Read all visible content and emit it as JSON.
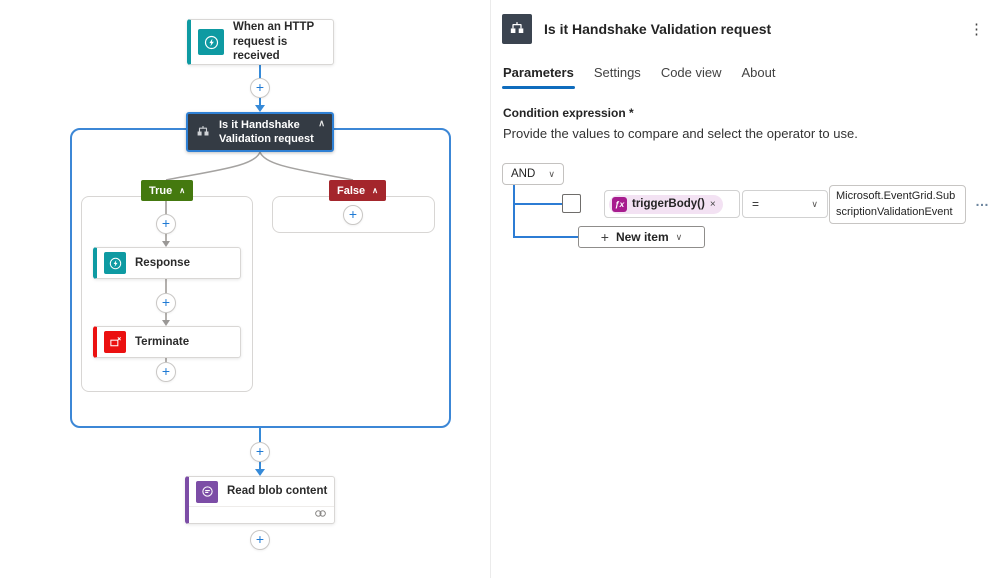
{
  "icons": {
    "plus": "+",
    "chevron_up": "∧",
    "chevron_down": "∨",
    "more_vertical": "⋮",
    "more_horizontal": "…",
    "remove": "×",
    "fx": "ƒx"
  },
  "colors": {
    "accent_blue": "#0f6cbd",
    "scope_blue": "#3c87d6",
    "teal": "#0e9aa2",
    "terminate_red": "#eb1010",
    "true_green": "#44790f",
    "false_red": "#a4262c",
    "blob_purple": "#7c4da6",
    "node_dark": "#343b44",
    "token_magenta": "#a71c8e"
  },
  "canvas": {
    "trigger": {
      "label": "When an HTTP request is received"
    },
    "condition": {
      "label": "Is it Handshake Validation request"
    },
    "true_branch": {
      "label": "True",
      "actions": [
        {
          "label": "Response"
        },
        {
          "label": "Terminate"
        }
      ]
    },
    "false_branch": {
      "label": "False"
    },
    "next_action": {
      "label": "Read blob content"
    }
  },
  "panel": {
    "title": "Is it Handshake Validation request",
    "tabs": [
      {
        "label": "Parameters",
        "active": true
      },
      {
        "label": "Settings",
        "active": false
      },
      {
        "label": "Code view",
        "active": false
      },
      {
        "label": "About",
        "active": false
      }
    ],
    "field_label": "Condition expression",
    "required_mark": "*",
    "field_description": "Provide the values to compare and select the operator to use.",
    "builder": {
      "group_operator": "AND",
      "token_label": "triggerBody()",
      "operator_value": "=",
      "value_text": "Microsoft.EventGrid.SubscriptionValidationEvent",
      "new_item_label": "New item"
    }
  }
}
